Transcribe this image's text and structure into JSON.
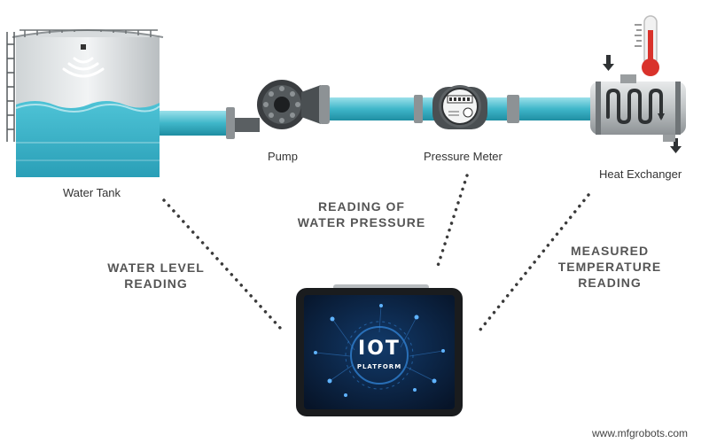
{
  "components": {
    "water_tank": "Water Tank",
    "pump": "Pump",
    "pressure_meter": "Pressure Meter",
    "heat_exchanger": "Heat Exchanger"
  },
  "callouts": {
    "water_level": [
      "WATER LEVEL",
      "READING"
    ],
    "water_pressure": [
      "READING OF",
      "WATER PRESSURE"
    ],
    "temperature": [
      "MEASURED",
      "TEMPERATURE",
      "READING"
    ]
  },
  "tablet": {
    "title": "IOT",
    "subtitle": "PLATFORM"
  },
  "watermark": "www.mfgrobots.com",
  "colors": {
    "water": "#3bb4c8",
    "pipe": "#59c5d6",
    "metal": "#9a9a9a",
    "dark_metal": "#3a3a3a",
    "screen": "#0b1b33",
    "thermometer": "#d9322b"
  }
}
